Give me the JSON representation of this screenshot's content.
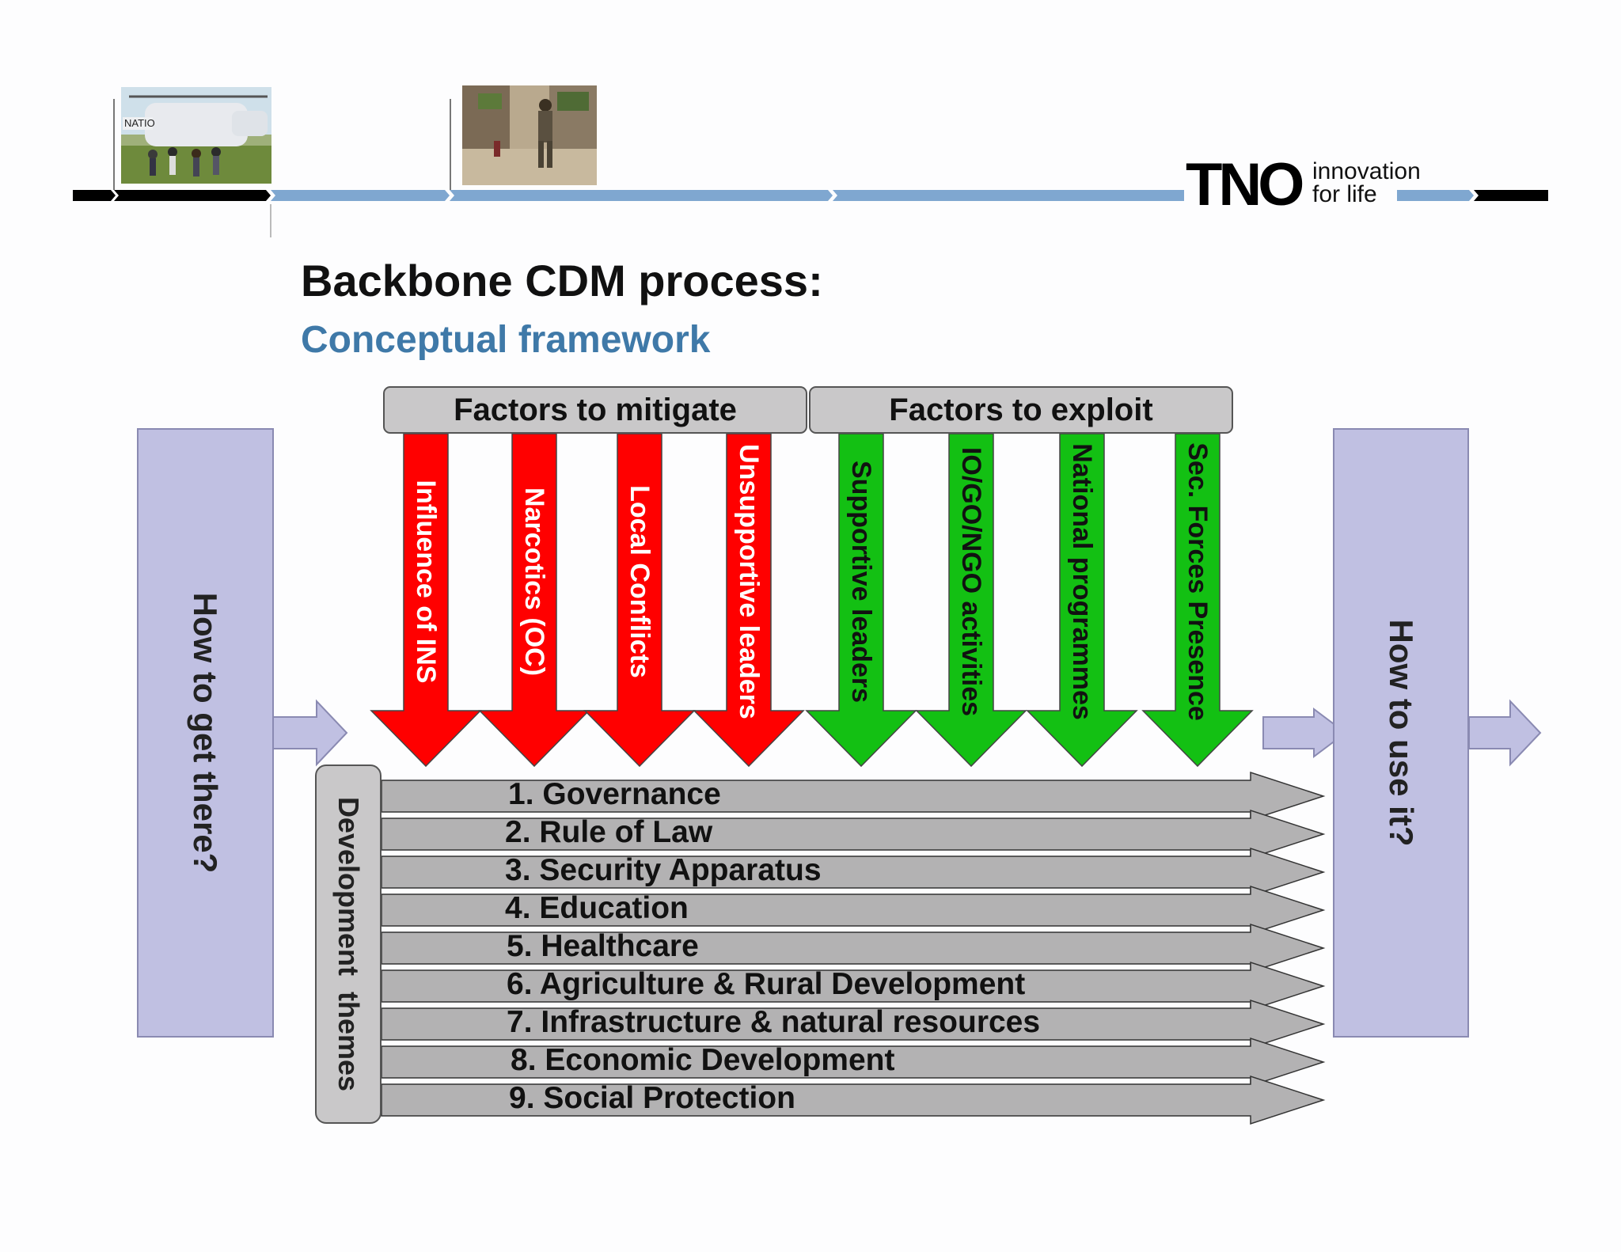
{
  "header": {
    "photos": [
      {
        "name": "helicopter-photo"
      },
      {
        "name": "soldier-photo"
      }
    ],
    "logo": {
      "word": "TNO",
      "tagline_line1": "innovation",
      "tagline_line2": "for life"
    }
  },
  "title": "Backbone CDM process:",
  "subtitle": "Conceptual framework",
  "factors": {
    "mitigate": {
      "label": "Factors to mitigate",
      "color": "#ff0000",
      "items": [
        "Influence of INS",
        "Narcotics (OC)",
        "Local Conflicts",
        "Unsupportive leaders"
      ]
    },
    "exploit": {
      "label": "Factors to exploit",
      "color": "#13c013",
      "items": [
        "Supportive leaders",
        "IO/GO/NGO activities",
        "National programmes",
        "Sec. Forces Presence"
      ]
    }
  },
  "left_box": {
    "label": "How to get there?",
    "color": "#c0c0e2"
  },
  "right_box": {
    "label": "How to use it?",
    "color": "#c0c0e2"
  },
  "development": {
    "label": "Development  themes",
    "themes": [
      "1. Governance",
      "2. Rule of Law",
      "3. Security Apparatus",
      "4. Education",
      "5. Healthcare",
      "6. Agriculture & Rural Development",
      "7. Infrastructure & natural resources",
      "8. Economic Development",
      "9. Social Protection"
    ]
  },
  "colors": {
    "rule_blue": "#7fa7d0",
    "rule_black": "#000000",
    "title_accent": "#3f79a8",
    "theme_arrow": "#b3b2b3"
  }
}
